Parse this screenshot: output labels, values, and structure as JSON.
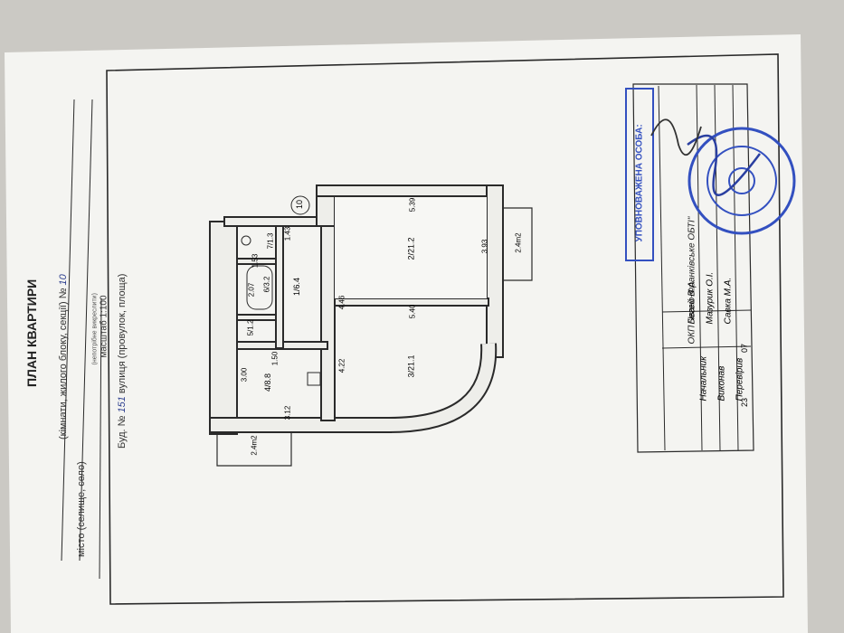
{
  "title": "ПЛАН КВАРТИРИ",
  "subtitle": "(кімнати, жилого блоку, секції) №",
  "apartment_no": "10",
  "apartment_circle": "10",
  "underline_note": "(непотрібне викреслити)",
  "building_label": "Буд. №",
  "building_no": "151",
  "street_label": "вулиця (провулок, площа)",
  "city_label": "місто (селище, село)",
  "scale_label": "масштаб",
  "scale_value": "1:100",
  "rooms": [
    {
      "no": "1",
      "area": "6.4"
    },
    {
      "no": "2",
      "area": "21.2"
    },
    {
      "no": "3",
      "area": "21.1"
    },
    {
      "no": "4",
      "area": "8.8"
    },
    {
      "no": "5",
      "area": "1.2"
    },
    {
      "no": "6",
      "area": "3.2"
    },
    {
      "no": "7",
      "area": "1.3"
    }
  ],
  "dimensions": [
    "5.39",
    "5.40",
    "3.93",
    "4.46",
    "4.22",
    "3.00",
    "3.12",
    "1.53",
    "2.07",
    "1.50",
    "1.43"
  ],
  "balconies": [
    "2.4m2",
    "2.4m2"
  ],
  "authorized_header": "УПОВНОВАЖЕНА ОСОБА:",
  "org_name": "ОКП \"Івано-Франківське ОБТІ\"",
  "signatures": [
    {
      "role": "Начальник",
      "name": "Бегей В.А."
    },
    {
      "role": "Виконав",
      "name": "Мазурик О.І."
    },
    {
      "role": "Перевірив",
      "name": "Савка М.А."
    }
  ],
  "date_fragment": "23",
  "date_fragment2": "07",
  "colors": {
    "paper": "#f4f4f1",
    "stamp_blue": "#3350c0",
    "ink": "#2a2a2a"
  }
}
